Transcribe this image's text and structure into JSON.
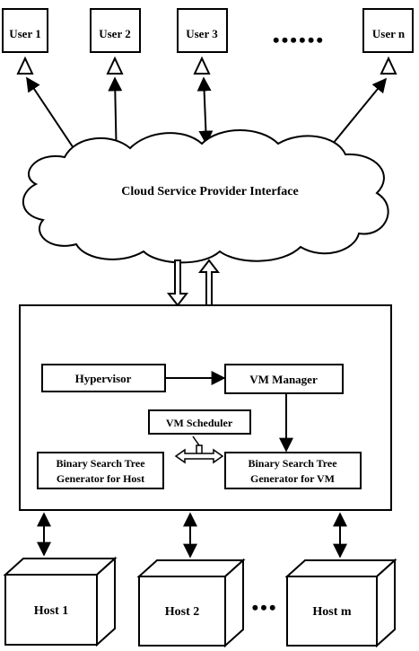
{
  "users": [
    "User 1",
    "User 2",
    "User 3",
    "User n"
  ],
  "users_ellipsis": "••••••",
  "cloud_label": "Cloud Service Provider Interface",
  "hypervisor": "Hypervisor",
  "vm_manager": "VM Manager",
  "vm_scheduler": "VM Scheduler",
  "bst_host_line1": "Binary Search Tree",
  "bst_host_line2": "Generator for Host",
  "bst_vm_line1": "Binary Search Tree",
  "bst_vm_line2": "Generator for VM",
  "hosts": [
    "Host 1",
    "Host 2",
    "Host m"
  ],
  "hosts_ellipsis": "•••"
}
